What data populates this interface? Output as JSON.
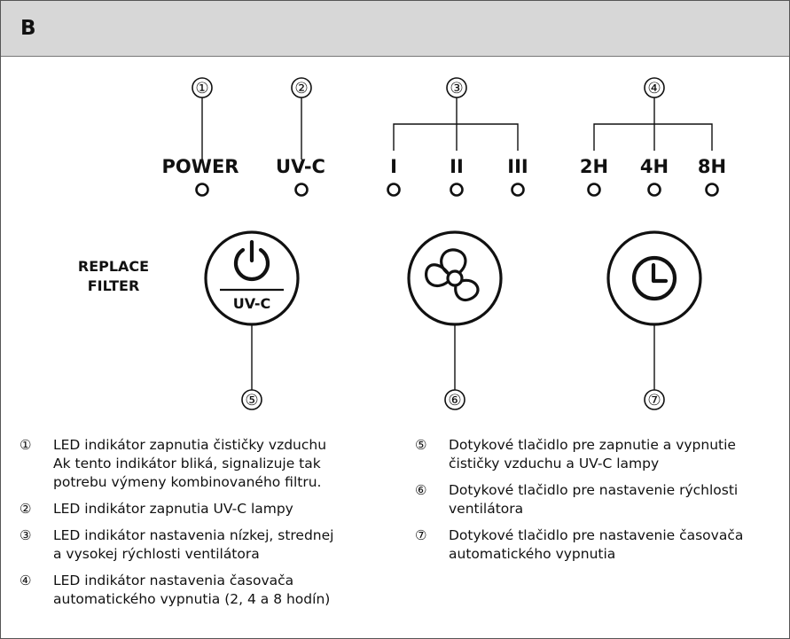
{
  "header": {
    "letter": "B"
  },
  "diagram": {
    "callouts": [
      "①",
      "②",
      "③",
      "④",
      "⑤",
      "⑥",
      "⑦"
    ],
    "led_labels": {
      "power": "POWER",
      "uvc": "UV-C",
      "speed_low": "I",
      "speed_mid": "II",
      "speed_high": "III",
      "timer_2h": "2H",
      "timer_4h": "4H",
      "timer_8h": "8H"
    },
    "replace_filter": [
      "REPLACE",
      "FILTER"
    ],
    "power_button_label": "UV-C"
  },
  "legend": {
    "left": [
      {
        "num": "①",
        "lines": [
          "LED indikátor zapnutia čističky vzduchu",
          "Ak tento indikátor bliká, signalizuje tak",
          "potrebu výmeny kombinovaného filtru."
        ]
      },
      {
        "num": "②",
        "lines": [
          "LED indikátor zapnutia UV-C lampy"
        ]
      },
      {
        "num": "③",
        "lines": [
          "LED indikátor nastavenia nízkej, strednej",
          "a vysokej rýchlosti ventilátora"
        ]
      },
      {
        "num": "④",
        "lines": [
          "LED indikátor nastavenia časovača",
          "automatického vypnutia (2, 4 a 8 hodín)"
        ]
      }
    ],
    "right": [
      {
        "num": "⑤",
        "lines": [
          "Dotykové tlačidlo pre zapnutie a vypnutie",
          "čističky vzduchu a UV-C lampy"
        ]
      },
      {
        "num": "⑥",
        "lines": [
          "Dotykové tlačidlo pre nastavenie rýchlosti",
          "ventilátora"
        ]
      },
      {
        "num": "⑦",
        "lines": [
          "Dotykové tlačidlo pre nastavenie časovača",
          "automatického vypnutia"
        ]
      }
    ]
  }
}
